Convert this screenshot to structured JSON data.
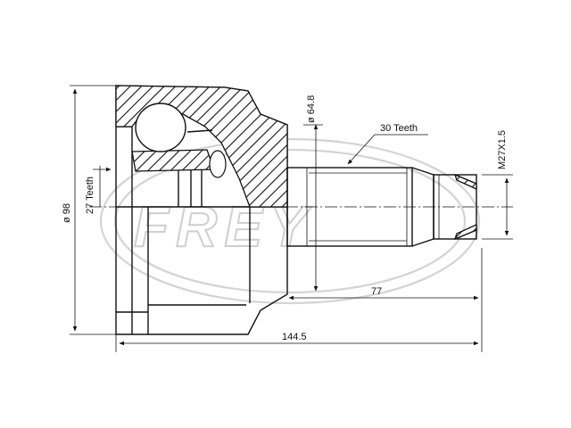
{
  "watermark": {
    "text": "FREY"
  },
  "dimensions": {
    "outer_diameter": "ø 98",
    "inner_diameter": "ø 64.8",
    "inner_teeth": "27 Teeth",
    "outer_teeth": "30 Teeth",
    "thread": "M27X1.5",
    "shaft_length": "77",
    "total_length": "144.5"
  }
}
